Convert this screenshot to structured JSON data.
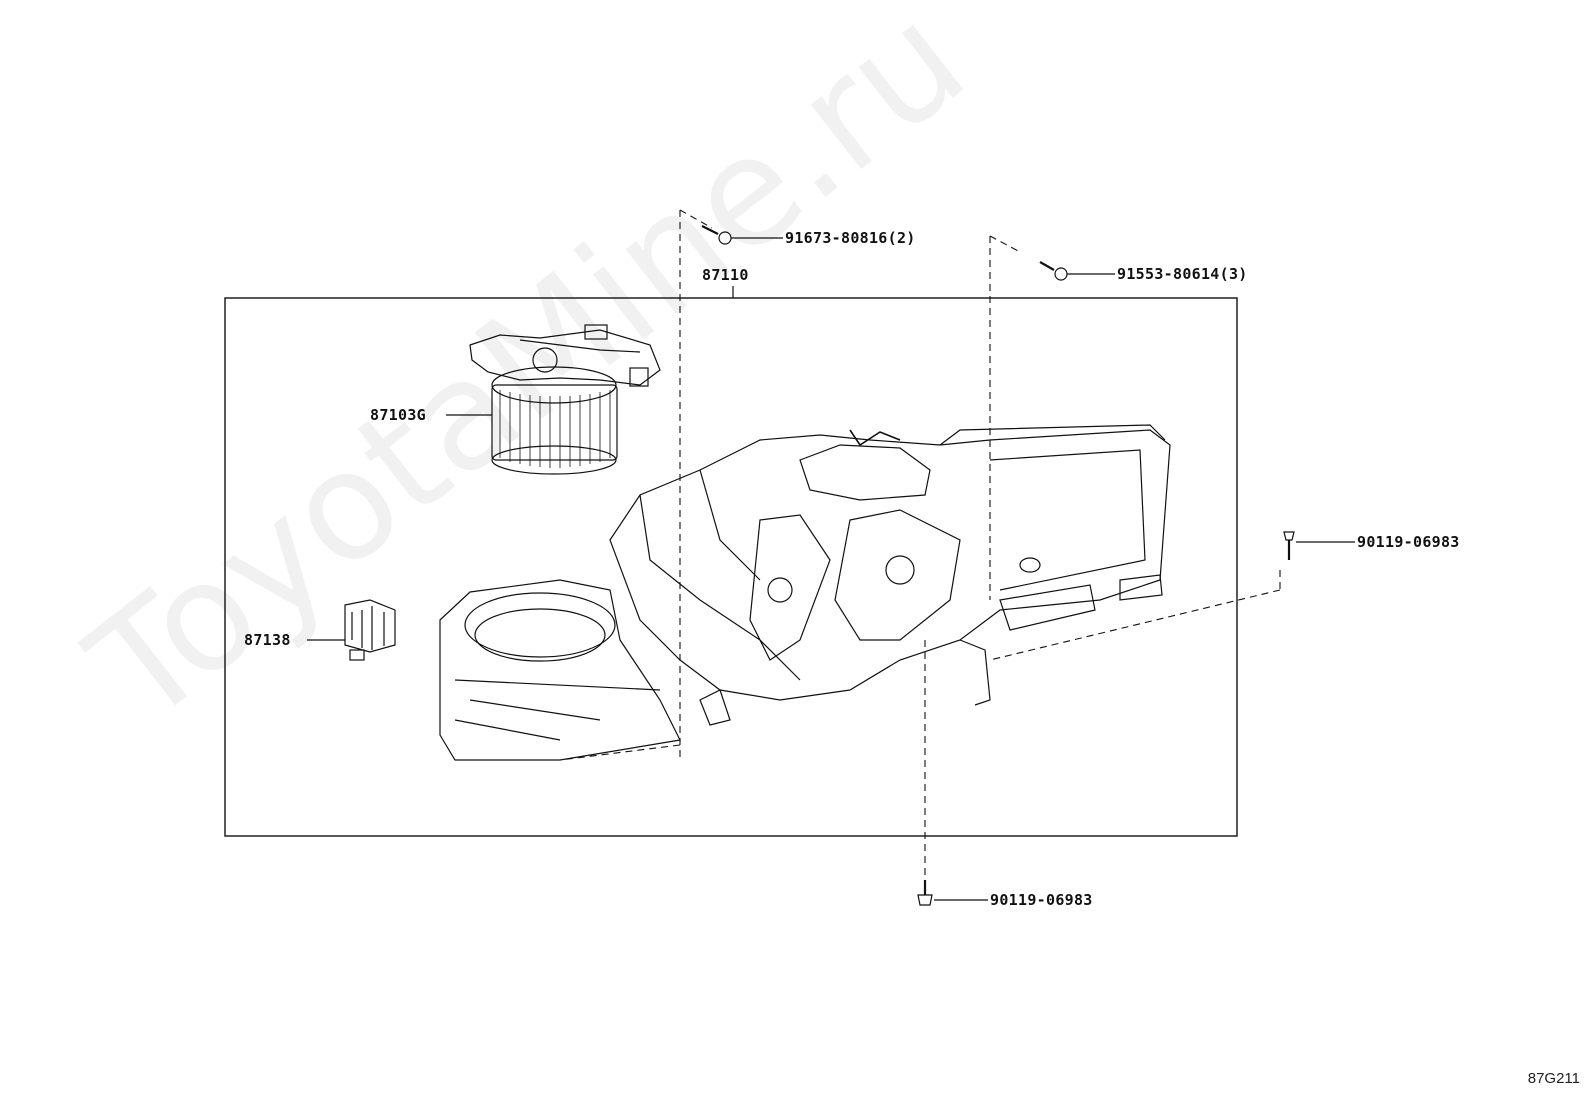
{
  "watermark": "ToyotaMine.ru",
  "figure_code": "87G211",
  "parts": {
    "unit": "87110",
    "blower_motor": "87103G",
    "resistor": "87138",
    "screw_top": "91673-80816(2)",
    "screw_right": "91553-80614(3)",
    "bolt_right": "90119-06983",
    "bolt_bottom": "90119-06983"
  }
}
